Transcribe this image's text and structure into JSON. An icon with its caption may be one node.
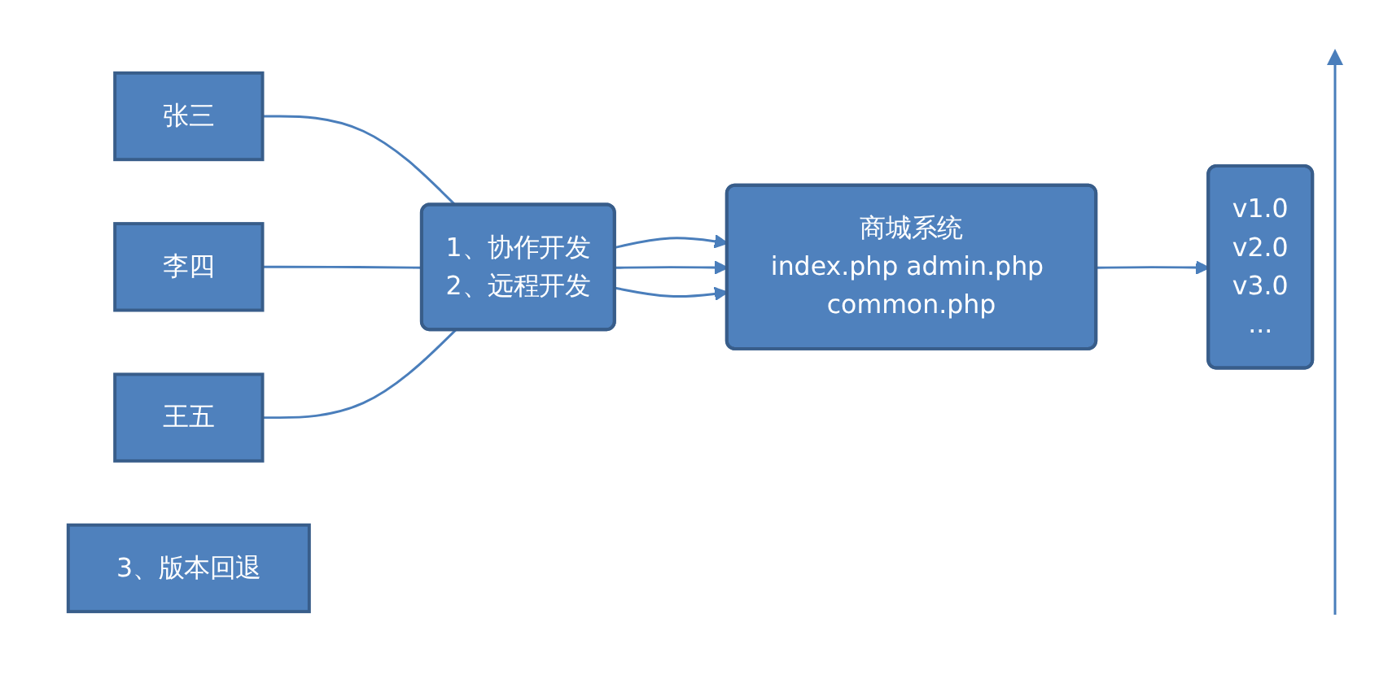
{
  "diagram": {
    "nodes": [
      {
        "text": [
          "张三"
        ]
      },
      {
        "text": [
          "李四"
        ]
      },
      {
        "text": [
          "王五"
        ]
      },
      {
        "text": [
          "1、协作开发",
          "2、远程开发"
        ]
      },
      {
        "text": [
          "商城系统",
          "index.php admin.php common.php"
        ]
      },
      {
        "text": [
          "v1.0",
          "v2.0",
          "v3.0",
          "..."
        ]
      },
      {
        "text": [
          "3、版本回退"
        ]
      }
    ],
    "edges": [
      {
        "from": 0,
        "to": 3,
        "arrow": "none"
      },
      {
        "from": 1,
        "to": 3,
        "arrow": "none"
      },
      {
        "from": 2,
        "to": 3,
        "arrow": "none"
      },
      {
        "from": 3,
        "to": 4,
        "arrow": "to"
      },
      {
        "from": 3,
        "to": 4,
        "arrow": "to"
      },
      {
        "from": 3,
        "to": 4,
        "arrow": "to"
      },
      {
        "from": 4,
        "to": 5,
        "arrow": "to"
      }
    ]
  }
}
